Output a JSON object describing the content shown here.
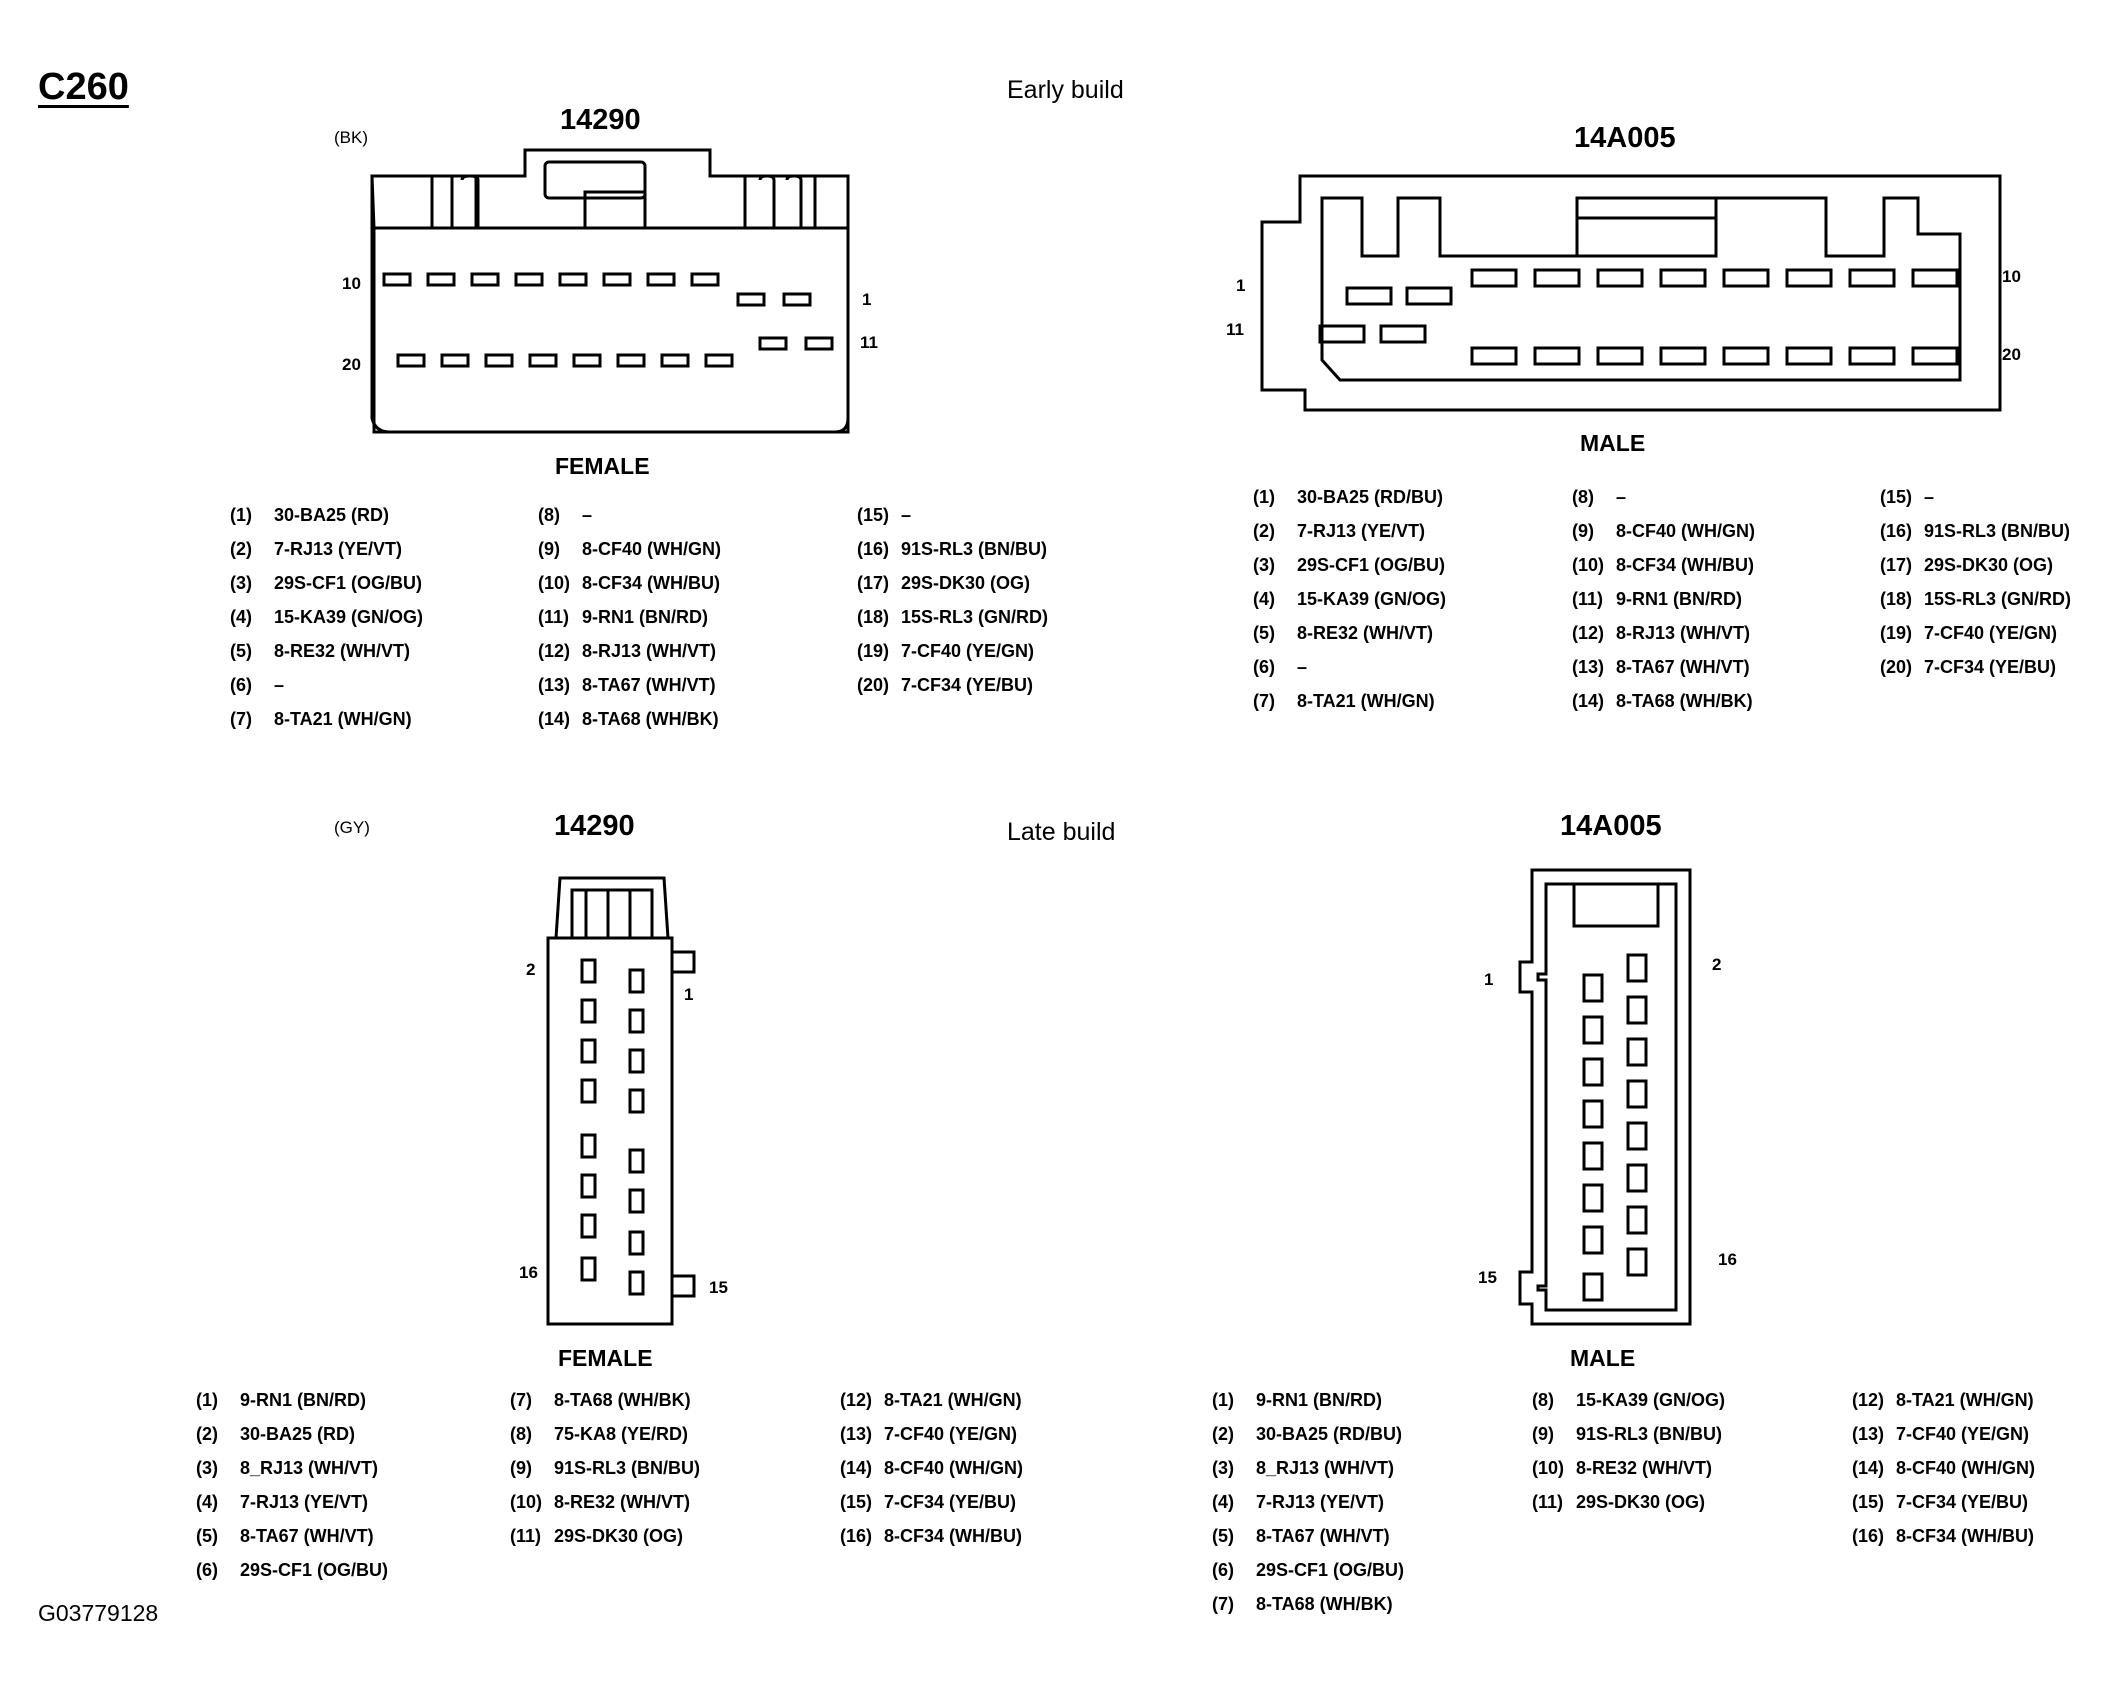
{
  "header": {
    "connector_id": "C260",
    "figure_id": "G03779128"
  },
  "early": {
    "label": "Early build",
    "female": {
      "part": "14290",
      "color": "(BK)",
      "gender": "FEMALE",
      "pin_labels": {
        "p10": "10",
        "p20": "20",
        "p1": "1",
        "p11": "11"
      },
      "pins": [
        [
          "(1)",
          "30-BA25 (RD)"
        ],
        [
          "(2)",
          "7-RJ13 (YE/VT)"
        ],
        [
          "(3)",
          "29S-CF1 (OG/BU)"
        ],
        [
          "(4)",
          "15-KA39 (GN/OG)"
        ],
        [
          "(5)",
          "8-RE32 (WH/VT)"
        ],
        [
          "(6)",
          "–"
        ],
        [
          "(7)",
          "8-TA21 (WH/GN)"
        ],
        [
          "(8)",
          "–"
        ],
        [
          "(9)",
          "8-CF40 (WH/GN)"
        ],
        [
          "(10)",
          "8-CF34 (WH/BU)"
        ],
        [
          "(11)",
          "9-RN1 (BN/RD)"
        ],
        [
          "(12)",
          "8-RJ13 (WH/VT)"
        ],
        [
          "(13)",
          "8-TA67 (WH/VT)"
        ],
        [
          "(14)",
          "8-TA68 (WH/BK)"
        ],
        [
          "(15)",
          "–"
        ],
        [
          "(16)",
          "91S-RL3 (BN/BU)"
        ],
        [
          "(17)",
          "29S-DK30 (OG)"
        ],
        [
          "(18)",
          "15S-RL3 (GN/RD)"
        ],
        [
          "(19)",
          "7-CF40 (YE/GN)"
        ],
        [
          "(20)",
          "7-CF34 (YE/BU)"
        ]
      ]
    },
    "male": {
      "part": "14A005",
      "gender": "MALE",
      "pin_labels": {
        "p1": "1",
        "p11": "11",
        "p10": "10",
        "p20": "20"
      },
      "pins": [
        [
          "(1)",
          "30-BA25 (RD/BU)"
        ],
        [
          "(2)",
          "7-RJ13 (YE/VT)"
        ],
        [
          "(3)",
          "29S-CF1 (OG/BU)"
        ],
        [
          "(4)",
          "15-KA39 (GN/OG)"
        ],
        [
          "(5)",
          "8-RE32 (WH/VT)"
        ],
        [
          "(6)",
          "–"
        ],
        [
          "(7)",
          "8-TA21 (WH/GN)"
        ],
        [
          "(8)",
          "–"
        ],
        [
          "(9)",
          "8-CF40 (WH/GN)"
        ],
        [
          "(10)",
          "8-CF34 (WH/BU)"
        ],
        [
          "(11)",
          "9-RN1 (BN/RD)"
        ],
        [
          "(12)",
          "8-RJ13 (WH/VT)"
        ],
        [
          "(13)",
          "8-TA67 (WH/VT)"
        ],
        [
          "(14)",
          "8-TA68 (WH/BK)"
        ],
        [
          "(15)",
          "–"
        ],
        [
          "(16)",
          "91S-RL3 (BN/BU)"
        ],
        [
          "(17)",
          "29S-DK30 (OG)"
        ],
        [
          "(18)",
          "15S-RL3 (GN/RD)"
        ],
        [
          "(19)",
          "7-CF40 (YE/GN)"
        ],
        [
          "(20)",
          "7-CF34 (YE/BU)"
        ]
      ]
    }
  },
  "late": {
    "label": "Late build",
    "female": {
      "part": "14290",
      "color": "(GY)",
      "gender": "FEMALE",
      "pin_labels": {
        "p2": "2",
        "p1": "1",
        "p16": "16",
        "p15": "15"
      },
      "pins": [
        [
          "(1)",
          "9-RN1 (BN/RD)"
        ],
        [
          "(2)",
          "30-BA25 (RD)"
        ],
        [
          "(3)",
          "8_RJ13 (WH/VT)"
        ],
        [
          "(4)",
          "7-RJ13 (YE/VT)"
        ],
        [
          "(5)",
          "8-TA67 (WH/VT)"
        ],
        [
          "(6)",
          "29S-CF1 (OG/BU)"
        ],
        [
          "(7)",
          "8-TA68 (WH/BK)"
        ],
        [
          "(8)",
          "75-KA8 (YE/RD)"
        ],
        [
          "(9)",
          "91S-RL3 (BN/BU)"
        ],
        [
          "(10)",
          "8-RE32 (WH/VT)"
        ],
        [
          "(11)",
          "29S-DK30 (OG)"
        ],
        [
          "(12)",
          "8-TA21 (WH/GN)"
        ],
        [
          "(13)",
          "7-CF40 (YE/GN)"
        ],
        [
          "(14)",
          "8-CF40 (WH/GN)"
        ],
        [
          "(15)",
          "7-CF34 (YE/BU)"
        ],
        [
          "(16)",
          "8-CF34 (WH/BU)"
        ]
      ]
    },
    "male": {
      "part": "14A005",
      "gender": "MALE",
      "pin_labels": {
        "p1": "1",
        "p2": "2",
        "p15": "15",
        "p16": "16"
      },
      "pins": [
        [
          "(1)",
          "9-RN1 (BN/RD)"
        ],
        [
          "(2)",
          "30-BA25 (RD/BU)"
        ],
        [
          "(3)",
          "8_RJ13 (WH/VT)"
        ],
        [
          "(4)",
          "7-RJ13 (YE/VT)"
        ],
        [
          "(5)",
          "8-TA67 (WH/VT)"
        ],
        [
          "(6)",
          "29S-CF1 (OG/BU)"
        ],
        [
          "(7)",
          "8-TA68 (WH/BK)"
        ],
        [
          "(8)",
          "15-KA39 (GN/OG)"
        ],
        [
          "(9)",
          "91S-RL3 (BN/BU)"
        ],
        [
          "(10)",
          "8-RE32 (WH/VT)"
        ],
        [
          "(11)",
          "29S-DK30 (OG)"
        ],
        [
          "(12)",
          "8-TA21 (WH/GN)"
        ],
        [
          "(13)",
          "7-CF40 (YE/GN)"
        ],
        [
          "(14)",
          "8-CF40 (WH/GN)"
        ],
        [
          "(15)",
          "7-CF34 (YE/BU)"
        ],
        [
          "(16)",
          "8-CF34 (WH/BU)"
        ]
      ]
    }
  }
}
